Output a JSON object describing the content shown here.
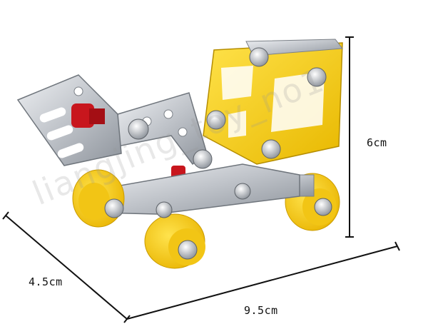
{
  "dimensions": {
    "height_label": "6cm",
    "depth_label": "4.5cm",
    "width_label": "9.5cm"
  },
  "watermark": {
    "text": "liangjing_toy_no1"
  },
  "colors": {
    "accent_yellow": "#f5cf1f",
    "metal_silver": "#c8ccd2",
    "knob_red": "#c8161d"
  }
}
